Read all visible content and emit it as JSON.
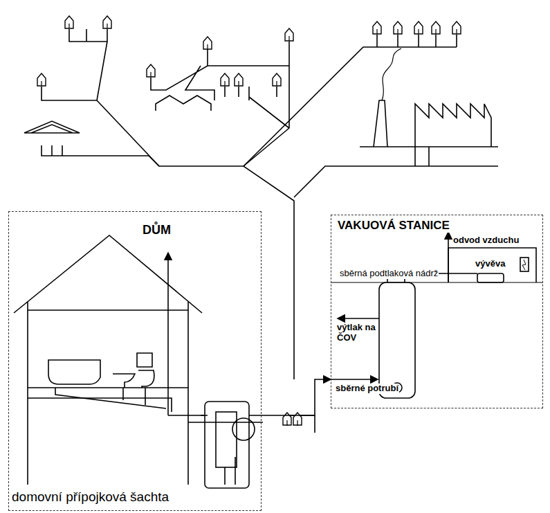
{
  "diagram": {
    "nodes": [
      {
        "text": [
          "DŮM",
          "domovní přípojková šachta"
        ]
      },
      {
        "text": [
          "VAKUOVÁ STANICE"
        ]
      }
    ],
    "edges": [
      {
        "from": 0,
        "to": 1,
        "arrow": "to"
      }
    ],
    "labels": [
      "odvod vzduchu",
      "sběrná podtlaková nádrž",
      "vývěva",
      "výtlak na ČOV",
      "sběrné potrubí"
    ]
  }
}
